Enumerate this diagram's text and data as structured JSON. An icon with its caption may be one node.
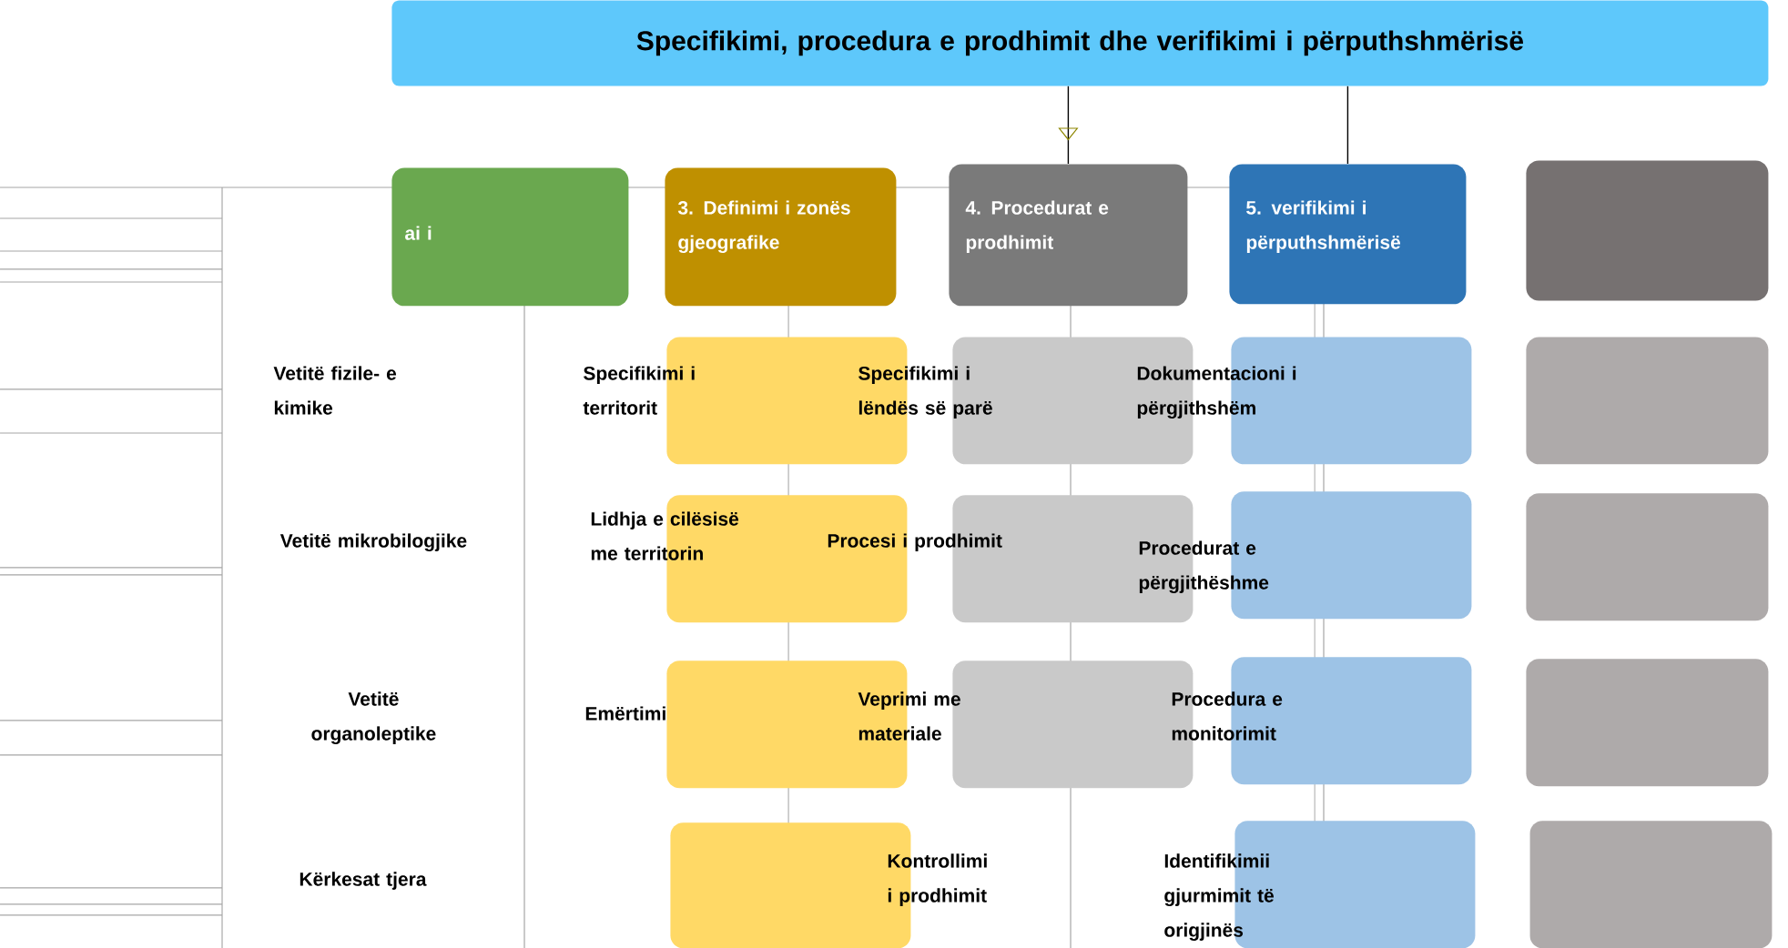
{
  "diagram": {
    "nodes": [
      {
        "text": [
          "Specifikimi, procedura e prodhimit dhe verifikimi i përputhshmërisë"
        ]
      },
      {
        "text": [],
        "shape": "box"
      },
      {
        "text": [],
        "shape": "box"
      },
      {
        "text": [],
        "shape": "box"
      },
      {
        "text": [],
        "shape": "box"
      },
      {
        "text": [],
        "shape": "box"
      },
      {
        "text": [],
        "shape": "box"
      },
      {
        "text": [],
        "shape": "box"
      },
      {
        "text": [],
        "shape": "box"
      },
      {
        "text": [],
        "shape": "box"
      },
      {
        "text": [],
        "shape": "box"
      },
      {
        "text": [],
        "shape": "box"
      },
      {
        "text": [],
        "shape": "box"
      },
      {
        "text": [],
        "shape": "box"
      },
      {
        "text": [],
        "shape": "box"
      },
      {
        "text": [],
        "shape": "box"
      },
      {
        "text": [],
        "shape": "box"
      },
      {
        "text": [],
        "shape": "box"
      },
      {
        "text": [],
        "shape": "box"
      },
      {
        "text": [],
        "shape": "box"
      },
      {
        "text": [],
        "shape": "box"
      }
    ],
    "edges": [
      {
        "from": 0,
        "to": 3,
        "arrow": "to"
      },
      {
        "from": 0,
        "to": 4,
        "arrow": "none"
      }
    ],
    "labels": [
      "ai i",
      "3. Definimi i zonës gjeografike",
      "4. Procedurat e prodhimit",
      "5. verifikimi i përputhshmërisë",
      "Vetitë fizile- e kimike",
      "Specifikimi i territorit",
      "Specifikimi i lëndës së parë",
      "Dokumentacioni i përgjithshëm",
      "Vetitë mikrobilogjike",
      "Lidhja e cilësisë me territorin",
      "Procesi i prodhimit",
      "Procedurat e përgjithëshme",
      "Vetitë organoleptike",
      "Emërtimi",
      "Veprimi me materiale",
      "Procedura e monitorimit",
      "Kërkesat tjera",
      "Kontrollimi i prodhimit",
      "Identifikimii gjurmimit të origjinës"
    ]
  }
}
